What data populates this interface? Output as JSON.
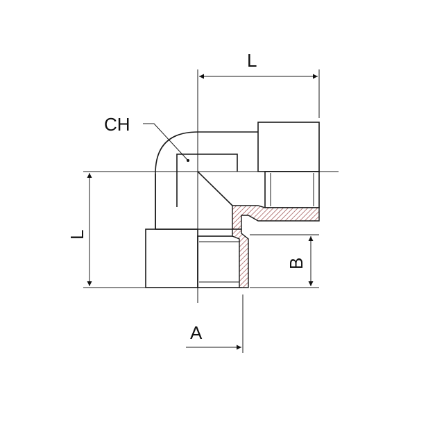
{
  "labels": {
    "top_length": "L",
    "left_length": "L",
    "wrench_size": "CH",
    "thread_b": "B",
    "thread_a": "A"
  }
}
